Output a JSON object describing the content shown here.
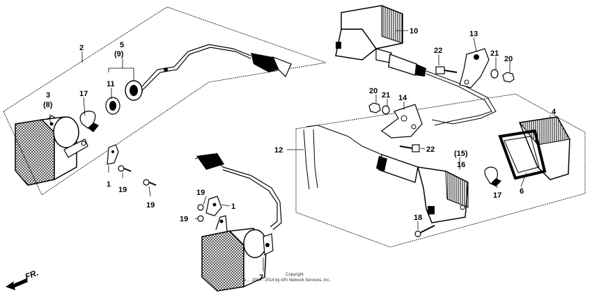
{
  "diagram": {
    "parts": {
      "p2": "2",
      "p3": "3",
      "p8": "(8)",
      "p17a": "17",
      "p11": "11",
      "p5": "5",
      "p9": "(9)",
      "p1a": "1",
      "p19a": "19",
      "p19b": "19",
      "p10": "10",
      "p13": "13",
      "p22a": "22",
      "p21a": "21",
      "p20a": "20",
      "p20b": "20",
      "p21b": "21",
      "p14": "14",
      "p22b": "22",
      "p12": "12",
      "p15": "(15)",
      "p16": "16",
      "p4": "4",
      "p17b": "17",
      "p6": "6",
      "p18": "18",
      "p19c": "19",
      "p1b": "1",
      "p19d": "19",
      "p7": "7"
    },
    "copyright_line1": "Copyright",
    "copyright_line2": "a ... 2004 - 2014 by ARI Network Services, Inc.",
    "direction_label": "FR."
  }
}
